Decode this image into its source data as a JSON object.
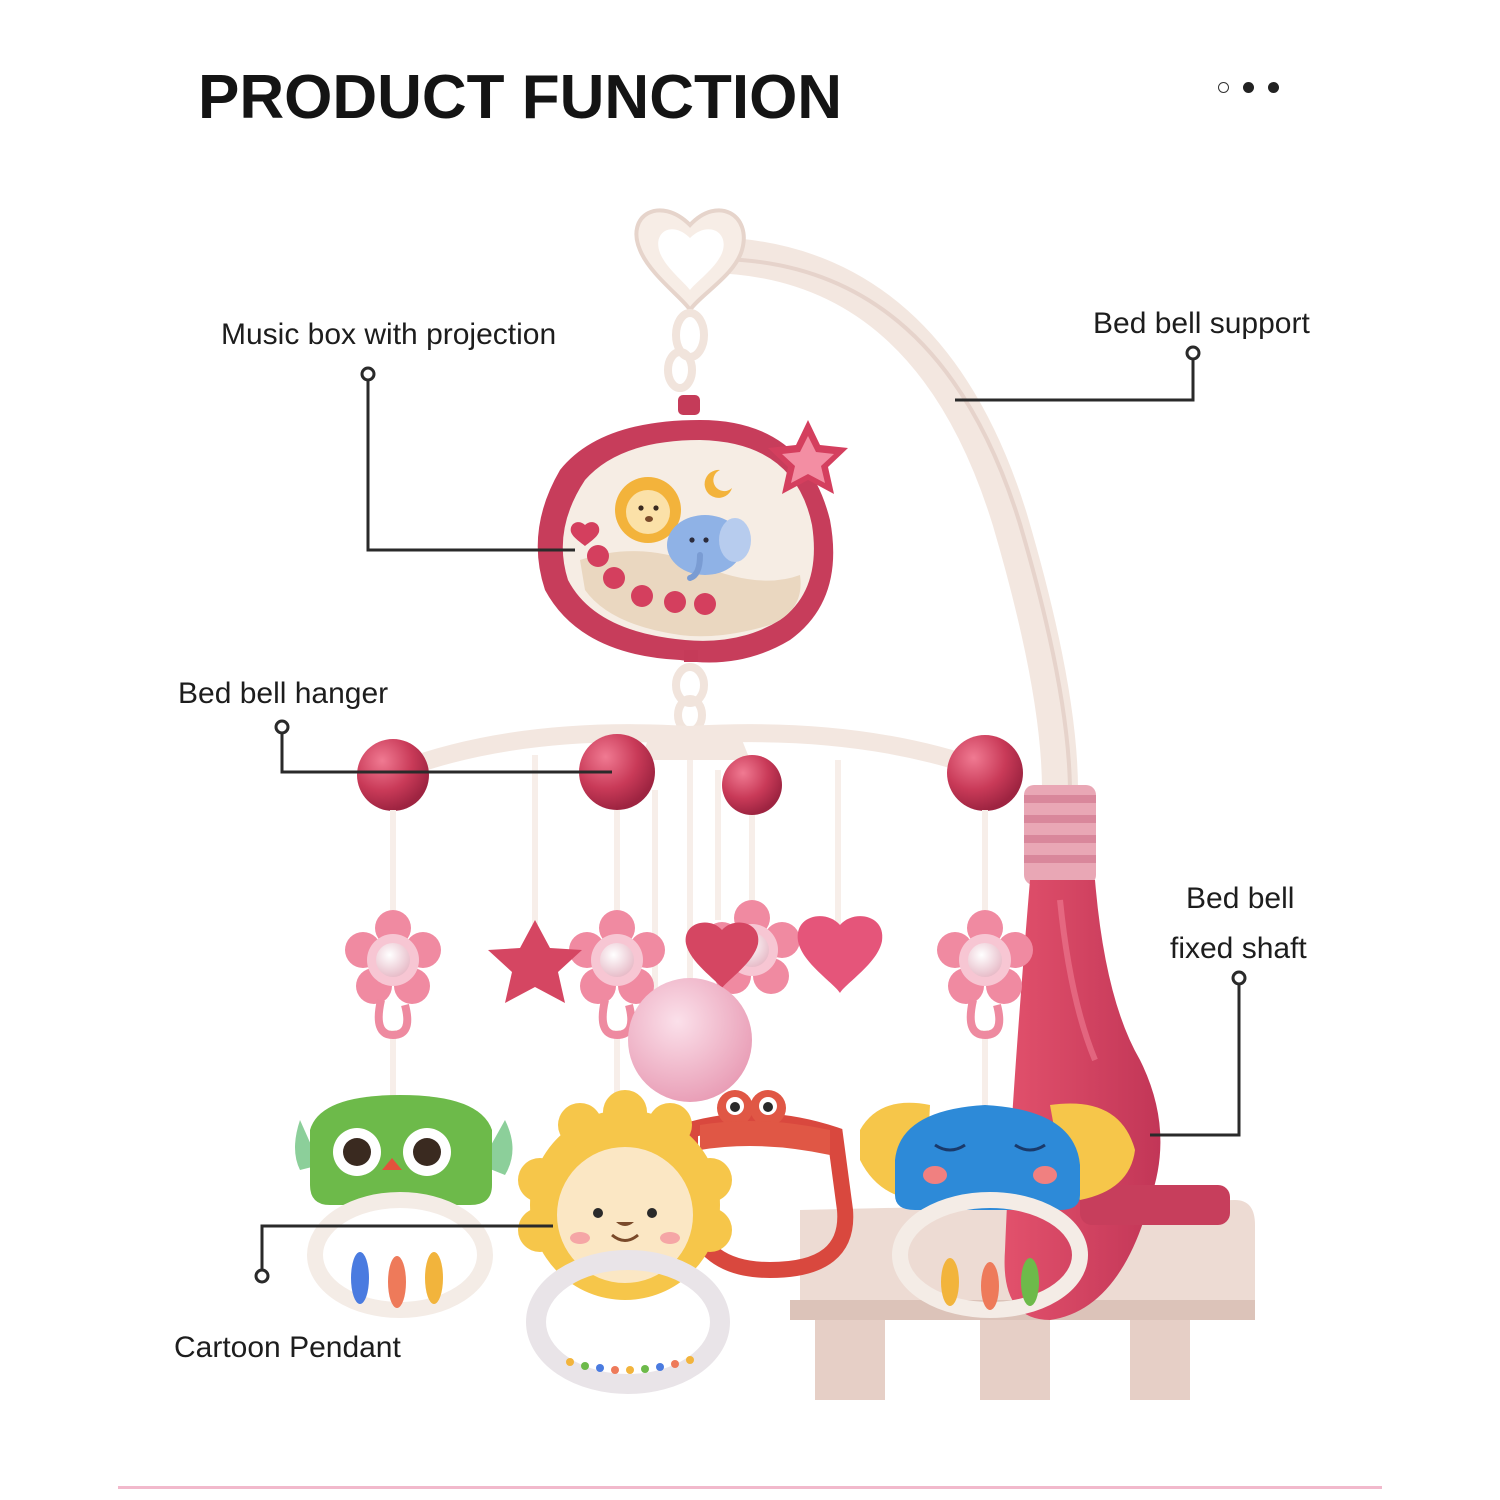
{
  "title": "PRODUCT FUNCTION",
  "page_indicator": {
    "total": 3,
    "active_style": [
      "hollow",
      "filled",
      "filled"
    ]
  },
  "labels": {
    "music_box": "Music box with projection",
    "bed_bell_support": "Bed bell support",
    "bed_bell_hanger": "Bed bell hanger",
    "fixed_shaft_line1": "Bed bell",
    "fixed_shaft_line2": "fixed shaft",
    "cartoon_pendant": "Cartoon Pendant"
  },
  "colors": {
    "brand_pink": "#d4435f",
    "light_pink": "#f28ea3",
    "cream": "#f7ede6",
    "accent_line": "#f2b9cc"
  }
}
